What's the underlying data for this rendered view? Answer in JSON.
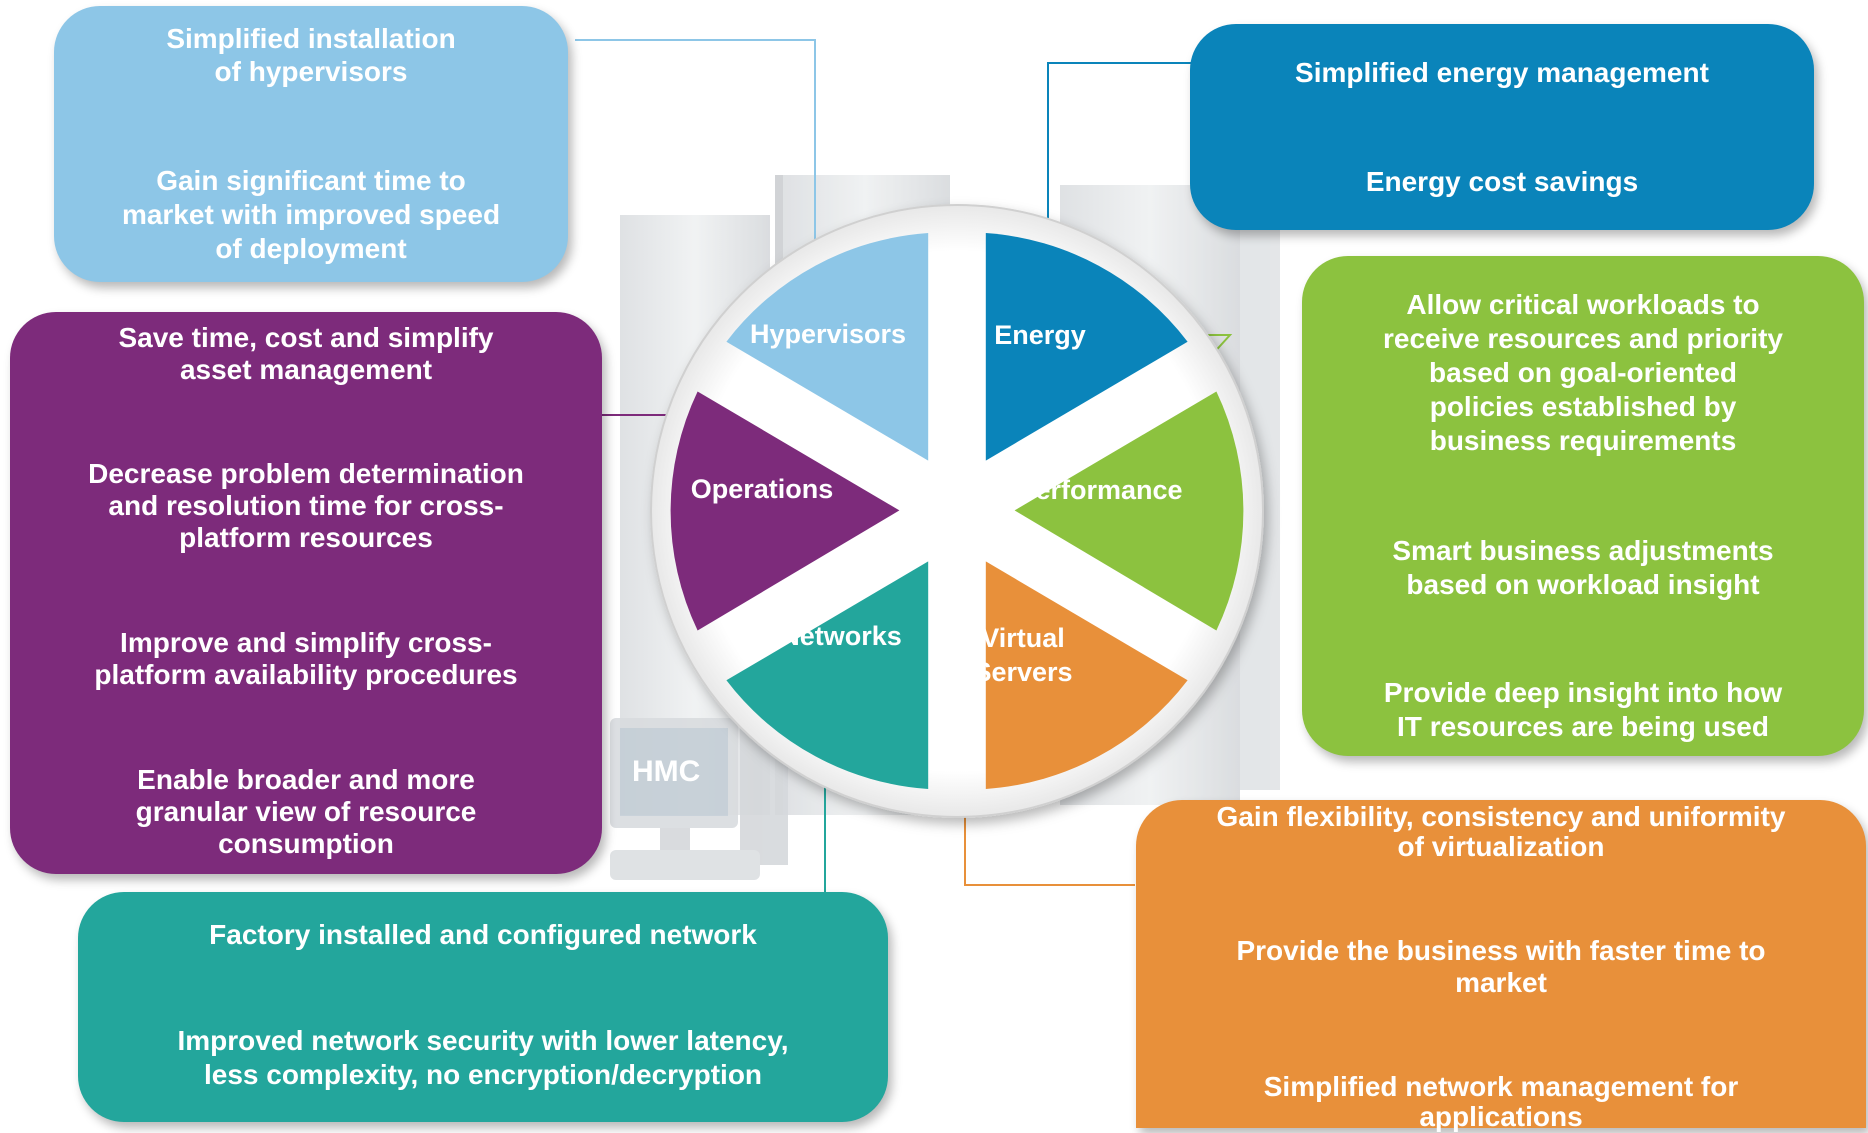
{
  "colors": {
    "hypervisors": "#8dc6e7",
    "energy": "#0a84ba",
    "performance": "#8cc23f",
    "virtual_servers": "#e8903a",
    "networks": "#23a69c",
    "operations": "#7d2b7b"
  },
  "wheel": {
    "hypervisors": "Hypervisors",
    "energy": "Energy",
    "performance": "Performance",
    "virtual_servers_1": "Virtual",
    "virtual_servers_2": "Servers",
    "networks": "Networks",
    "operations": "Operations"
  },
  "hmc_label": "HMC",
  "boxes": {
    "hypervisors": {
      "lines": [
        "Simplified installation",
        "of hypervisors",
        "Gain significant time to",
        "market with improved speed",
        "of deployment"
      ]
    },
    "energy": {
      "lines": [
        "Simplified energy management",
        "Energy cost savings"
      ]
    },
    "operations": {
      "lines": [
        "Save time, cost and simplify",
        "asset management",
        "Decrease problem determination",
        "and resolution time for cross-",
        "platform resources",
        "Improve and simplify cross-",
        "platform availability procedures",
        "Enable broader and more",
        "granular view of resource",
        "consumption"
      ]
    },
    "performance": {
      "lines": [
        "Allow critical workloads to",
        "receive resources and priority",
        "based on goal-oriented",
        "policies established by",
        "business requirements",
        "Smart business adjustments",
        "based on workload insight",
        "Provide deep insight into how",
        "IT resources are being used"
      ]
    },
    "networks": {
      "lines": [
        "Factory installed and configured network",
        "Improved network security with lower latency,",
        "less complexity, no encryption/decryption"
      ]
    },
    "virtual_servers": {
      "lines": [
        "Gain flexibility, consistency and uniformity",
        "of virtualization",
        "Provide the business with faster time to",
        "market",
        "Simplified network management for",
        "applications"
      ]
    }
  }
}
